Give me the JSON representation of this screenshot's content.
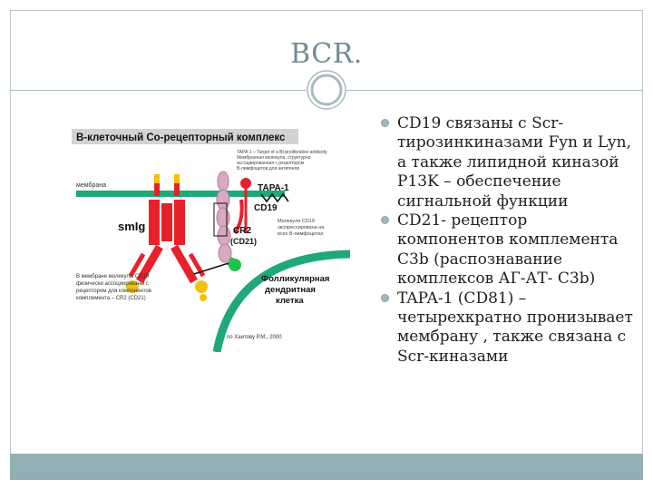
{
  "slide": {
    "title": "BCR.",
    "bullets": [
      "CD19 связаны с Scr-тирозинкиназами Fyn и Lyn, а также липидной киназой P13K – обеспечение сигнальной функции",
      "CD21- рецептор компонентов комплемента C3b (распознавание комплексов АГ-АТ- C3b)",
      "TAPA-1 (CD81) – четырехкратно пронизывает мембрану , также связана с Scr-киназами"
    ]
  },
  "figure": {
    "heading": "В-клеточный Со-рецепторный комплекс",
    "membrane_label": "мембрана",
    "smig_label": "smIg",
    "tapa_label": "ТАРА-1",
    "cd19_label": "CD19",
    "cr2_label": "CR2",
    "cd21_label": "(CD21)",
    "follicular_label": [
      "Фолликулярная",
      "дендритная",
      "клетка"
    ],
    "tapa_note": [
      "TAPA-1 – Target of a Bi-proliferative antibody",
      "Мембранная молекула, структурно",
      "ассоциированная с рецептором",
      "В-лимфоцитов для антигенов"
    ],
    "cd19_note": [
      "Молекула CD19",
      "экспрессирована на",
      "всех В-лимфоцитах"
    ],
    "bottom_note": [
      "В мембране молекулы CD19",
      "физически ассоциированы с",
      "рецептором для компонентов",
      "комплемента – CR2 (CD21)"
    ],
    "credit": "по Хаитову Р.М., 2000"
  },
  "colors": {
    "accent": "#93aeb4",
    "title": "#6f8b94",
    "membrane": "#1fa87a",
    "receptor": "#e8202a",
    "antigen": "#f4c20d",
    "cd19": "#e8202a",
    "cr2": "#d7a9c3",
    "heading_bar": "#d3d3d3"
  },
  "icons": {
    "ornament": "double-circle-icon",
    "bullet": "round-bullet-icon"
  }
}
